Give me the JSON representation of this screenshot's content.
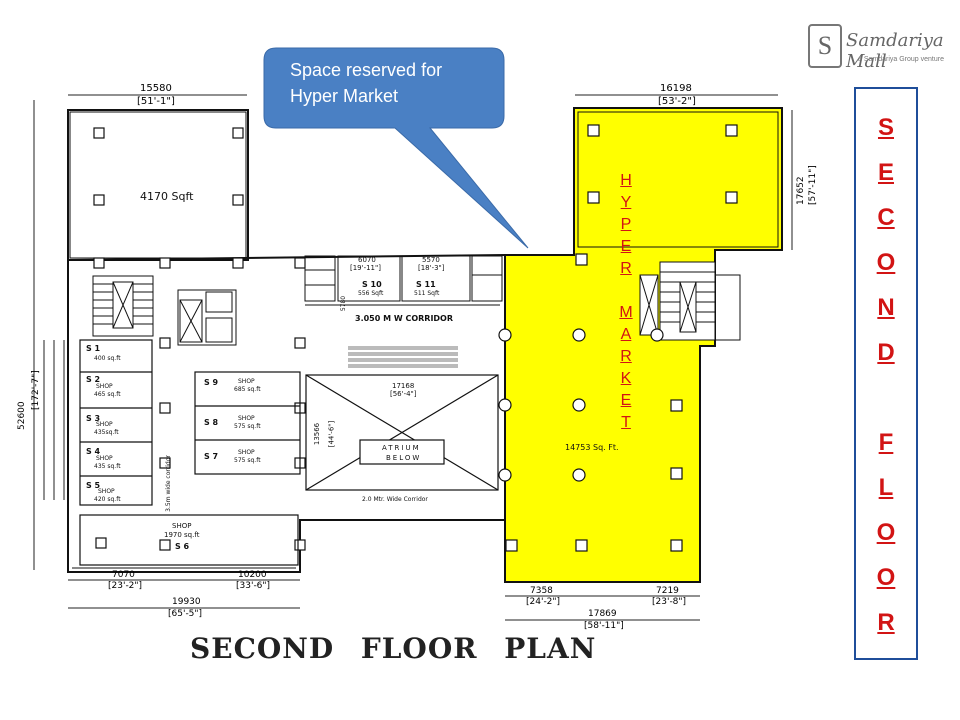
{
  "callout": {
    "text": "Space reserved for  Hyper Market"
  },
  "logo": {
    "mark": "S",
    "name": "Samdariya Mall",
    "sub": "a Samdariya Group venture"
  },
  "side_title": "S\nE\nC\nO\nN\nD\n\nF\nL\nO\nO\nR",
  "vertical_label": "H\nY\nP\nE\nR\n\nM\nA\nR\nK\nE\nT",
  "plan_title": "SECOND FLOOR PLAN",
  "colors": {
    "hyper_market": "#ffff00",
    "callout": "#4a80c4",
    "side_text": "#d21414",
    "side_border": "#1f4e9a"
  },
  "rooms": {
    "top_left_area": "4170 Sqft",
    "hyper_area": "14753 Sq. Ft.",
    "s1": "S 1",
    "s1_area": "400 sq.ft",
    "s2": "S 2",
    "s2_type": "SHOP",
    "s2_area": "465 sq.ft",
    "s3": "S 3",
    "s3_type": "SHOP",
    "s3_area": "435sq.ft",
    "s4": "S 4",
    "s4_type": "SHOP",
    "s4_area": "435 sq.ft",
    "s5": "S 5",
    "s5_type": "SHOP",
    "s5_area": "420 sq.ft",
    "s6_type": "SHOP",
    "s6_area": "1970 sq.ft",
    "s6": "S 6",
    "s7": "S 7",
    "s7_type": "SHOP",
    "s7_area": "575 sq.ft",
    "s8": "S 8",
    "s8_type": "SHOP",
    "s8_area": "575 sq.ft",
    "s9": "S 9",
    "s9_type": "SHOP",
    "s9_area": "685 sq.ft",
    "s10": "S 10",
    "s10_area": "556 Sqft",
    "s11": "S 11",
    "s11_area": "511 Sqft",
    "corridor": "3.050 M  W CORRIDOR",
    "atrium1": "ATRIUM",
    "atrium2": "BELOW",
    "wide_corridor": "2.0 Mtr. Wide Corridor",
    "side_corridor": "3.5m wide corridor"
  },
  "dimensions": {
    "top_left_mm": "15580",
    "top_left_ft": "[51'-1\"]",
    "top_right_mm": "16198",
    "top_right_ft": "[53'-2\"]",
    "right_mm": "17652",
    "right_ft": "[57'-11\"]",
    "left_mm": "52600",
    "left_ft": "[172'-7\"]",
    "d6070": "6070",
    "d6070_ft": "[19'-11\"]",
    "d5570": "5570",
    "d5570_ft": "[18'-3\"]",
    "d5780": "5780",
    "d17168": "17168",
    "d17168_ft": "[56'-4\"]",
    "d13566": "13566",
    "d13566_ft": "[44'-6\"]",
    "b7070": "7070",
    "b7070_ft": "[23'-2\"]",
    "b10200": "10200",
    "b10200_ft": "[33'-6\"]",
    "b19930": "19930",
    "b19930_ft": "[65'-5\"]",
    "b7358": "7358",
    "b7358_ft": "[24'-2\"]",
    "b7219": "7219",
    "b7219_ft": "[23'-8\"]",
    "b17869": "17869",
    "b17869_ft": "[58'-11\"]"
  }
}
